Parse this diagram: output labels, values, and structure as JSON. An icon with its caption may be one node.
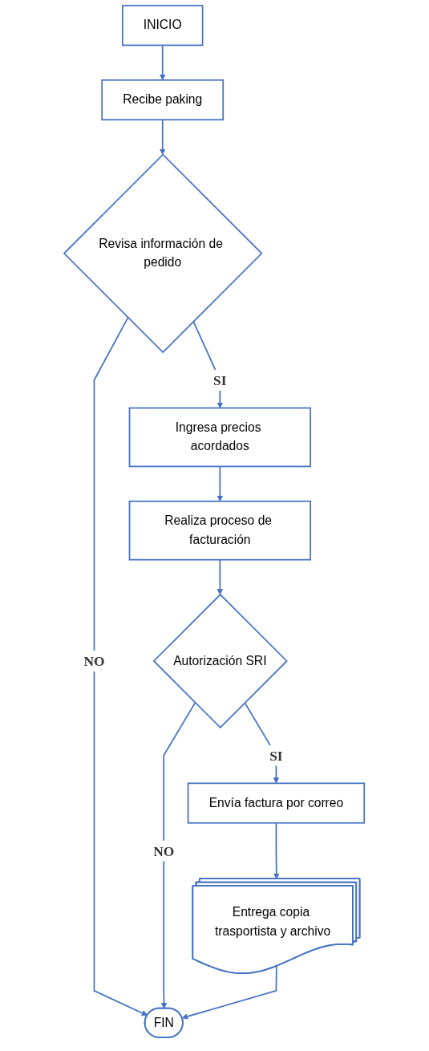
{
  "diagram": {
    "nodes": [
      {
        "text": [
          "INICIO"
        ]
      },
      {
        "text": [
          "Recibe paking"
        ]
      },
      {
        "text": [
          "Revisa información de pedido"
        ]
      },
      {
        "text": [
          "Ingresa precios acordados"
        ]
      },
      {
        "text": [
          "Realiza proceso de facturación"
        ]
      },
      {
        "text": [
          "Autorización SRI"
        ]
      },
      {
        "text": [
          "Envía factura por correo"
        ]
      },
      {
        "text": [
          "Entrega copia trasportista y archivo"
        ]
      },
      {
        "text": [
          "FIN"
        ]
      }
    ],
    "edges": [
      {
        "from": 0,
        "to": 1,
        "arrow": "to"
      },
      {
        "from": 1,
        "to": 2,
        "arrow": "to"
      },
      {
        "from": 2,
        "to": 3,
        "arrow": "to",
        "label": "SI"
      },
      {
        "from": 2,
        "to": 8,
        "arrow": "to",
        "label": "NO"
      },
      {
        "from": 3,
        "to": 4,
        "arrow": "to"
      },
      {
        "from": 4,
        "to": 5,
        "arrow": "to"
      },
      {
        "from": 5,
        "to": 6,
        "arrow": "to",
        "label": "SI"
      },
      {
        "from": 5,
        "to": 8,
        "arrow": "to",
        "label": "NO"
      },
      {
        "from": 6,
        "to": 7,
        "arrow": "to"
      },
      {
        "from": 7,
        "to": 8,
        "arrow": "to"
      }
    ]
  }
}
